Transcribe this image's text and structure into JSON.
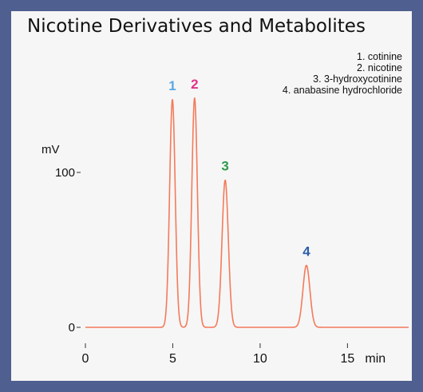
{
  "title": "Nicotine Derivatives and Metabolites",
  "chart_data": {
    "type": "line",
    "title": "Nicotine Derivatives and Metabolites",
    "xlabel": "min",
    "ylabel": "mV",
    "xlim": [
      0,
      18.5
    ],
    "ylim": [
      0,
      150
    ],
    "x_ticks": [
      0,
      5,
      10,
      15
    ],
    "x_tick_labels": [
      "0",
      "5",
      "10",
      "15"
    ],
    "y_ticks": [
      0,
      100
    ],
    "y_tick_labels": [
      "0",
      "100"
    ],
    "grid": false,
    "legend_placement": "top-right",
    "series_color": "#f47a5a",
    "peaks": [
      {
        "label": "1",
        "compound": "cotinine",
        "retention_time": 4.98,
        "height": 147,
        "width": 0.16,
        "color": "#5aa8e0"
      },
      {
        "label": "2",
        "compound": "nicotine",
        "retention_time": 6.25,
        "height": 148,
        "width": 0.16,
        "color": "#e0308a"
      },
      {
        "label": "3",
        "compound": "3-hydroxycotinine",
        "retention_time": 8.0,
        "height": 95,
        "width": 0.18,
        "color": "#2e9a4a"
      },
      {
        "label": "4",
        "compound": "anabasine hydrochloride",
        "retention_time": 12.65,
        "height": 40,
        "width": 0.2,
        "color": "#2a5fa8"
      }
    ],
    "legend": [
      "1. cotinine",
      "2. nicotine",
      "3. 3-hydroxycotinine",
      "4. anabasine hydrochloride"
    ]
  }
}
